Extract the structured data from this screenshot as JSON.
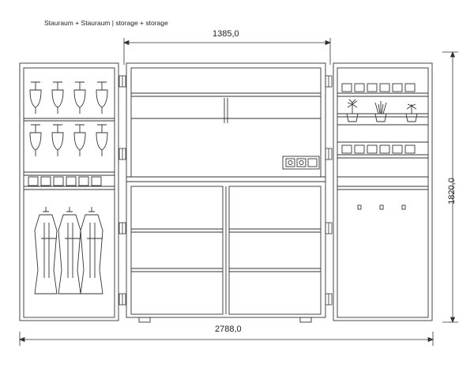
{
  "caption": "Stauraum + Stauraum | storage + storage",
  "dimensions": {
    "top_width": "1385,0",
    "total_width": "2788,0",
    "height": "1820,0"
  }
}
